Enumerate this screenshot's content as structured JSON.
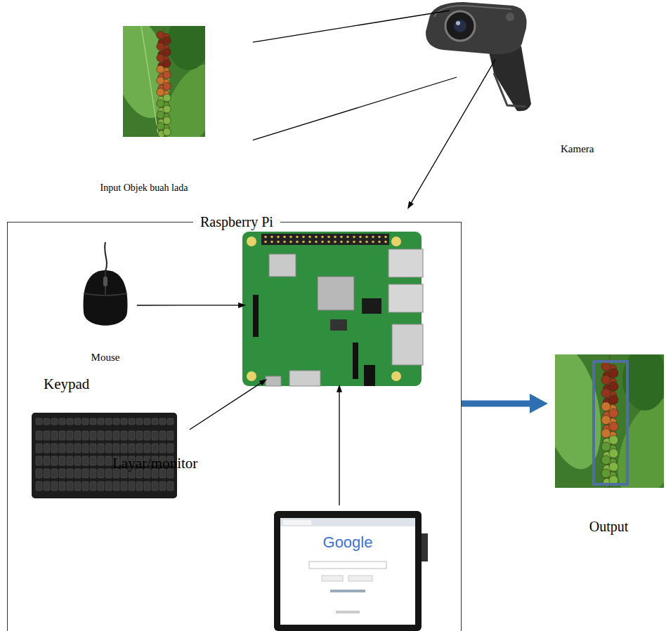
{
  "diagram": {
    "nodes": [
      {
        "text": [
          "Input Objek buah lada"
        ]
      },
      {
        "text": [
          "Kamera"
        ]
      },
      {
        "text": [
          "Raspberry Pi"
        ]
      },
      {
        "text": [
          "Mouse"
        ],
        "in": 2
      },
      {
        "text": [
          "Keypad"
        ],
        "in": 2
      },
      {
        "text": [
          "Layar/monitor"
        ],
        "in": 2
      },
      {
        "text": [
          "Output"
        ]
      }
    ],
    "edges": [
      {
        "from": 0,
        "to": 1,
        "arrow": "none"
      },
      {
        "from": 1,
        "to": 2,
        "arrow": "to"
      },
      {
        "from": 3,
        "to": 2,
        "arrow": "to"
      },
      {
        "from": 4,
        "to": 2,
        "arrow": "to"
      },
      {
        "from": 5,
        "to": 2,
        "arrow": "to"
      },
      {
        "from": 2,
        "to": 6,
        "arrow": "to"
      }
    ],
    "labels": [
      "Google"
    ]
  }
}
